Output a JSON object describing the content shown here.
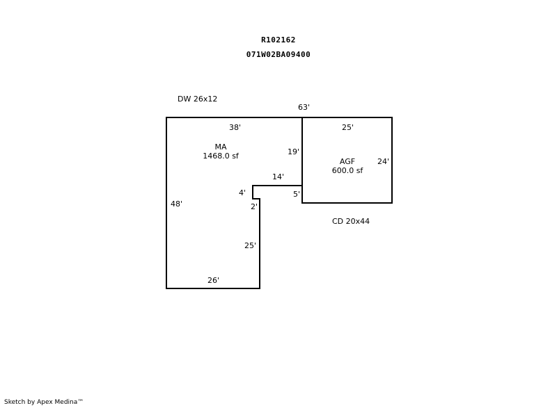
{
  "header": {
    "parcel_id": "R102162",
    "map_tax_lot": "071W02BA09400"
  },
  "sketch": {
    "main_area": {
      "code": "MA",
      "area": "1468.0 sf",
      "dimensions": {
        "top": "38'",
        "left": "48'",
        "bottom": "26'",
        "lower_right": "25'",
        "step_down": "2'",
        "notch_left": "4'",
        "notch_top": "14'",
        "upper_right": "19'",
        "notch_right": "5'"
      }
    },
    "garage": {
      "code": "AGF",
      "area": "600.0 sf",
      "dimensions": {
        "top": "25'",
        "right": "24'"
      }
    },
    "overall_width": "63'",
    "notes": [
      "DW 26x12",
      "CD 20x44"
    ]
  },
  "footer": {
    "credit": "Sketch by Apex Medina™"
  }
}
